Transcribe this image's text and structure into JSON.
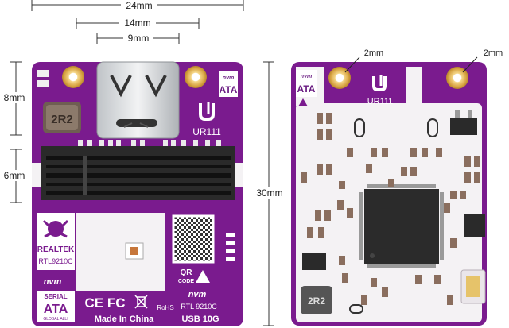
{
  "dimensions": {
    "width_24": "24mm",
    "width_14": "14mm",
    "width_9": "9mm",
    "height_8": "8mm",
    "height_6": "6mm",
    "height_30": "30mm",
    "hole_a": "2mm",
    "hole_b": "2mm"
  },
  "front_board": {
    "inductor": "2R2",
    "brand_logo": "UR111",
    "nvme_badge": "nvm",
    "ata_badge": "ATA",
    "realtek": "REALTEK",
    "chip_model": "RTL9210C",
    "nvme_logo": "nvm",
    "serial_label": "SERIAL",
    "serial_ata": "ATA",
    "serial_sub": "GLOBAL ALLI",
    "qr_label": "QR",
    "qr_code_label": "CODE",
    "ce_fcc": "CE FC",
    "rohs": "RoHS",
    "nvme_express": "nvm",
    "rtl_label": "RTL 9210C",
    "made_in": "Made In China",
    "usb_speed": "USB 10G"
  },
  "back_board": {
    "nvme_badge": "nvm",
    "ata_badge": "ATA",
    "brand_logo": "UR111",
    "inductor": "2R2"
  },
  "colors": {
    "pcb_purple": "#7a1b8e",
    "pcb_white": "#f4f2f4",
    "gold": "#e0b45a",
    "connector": "#2a2a2a"
  }
}
